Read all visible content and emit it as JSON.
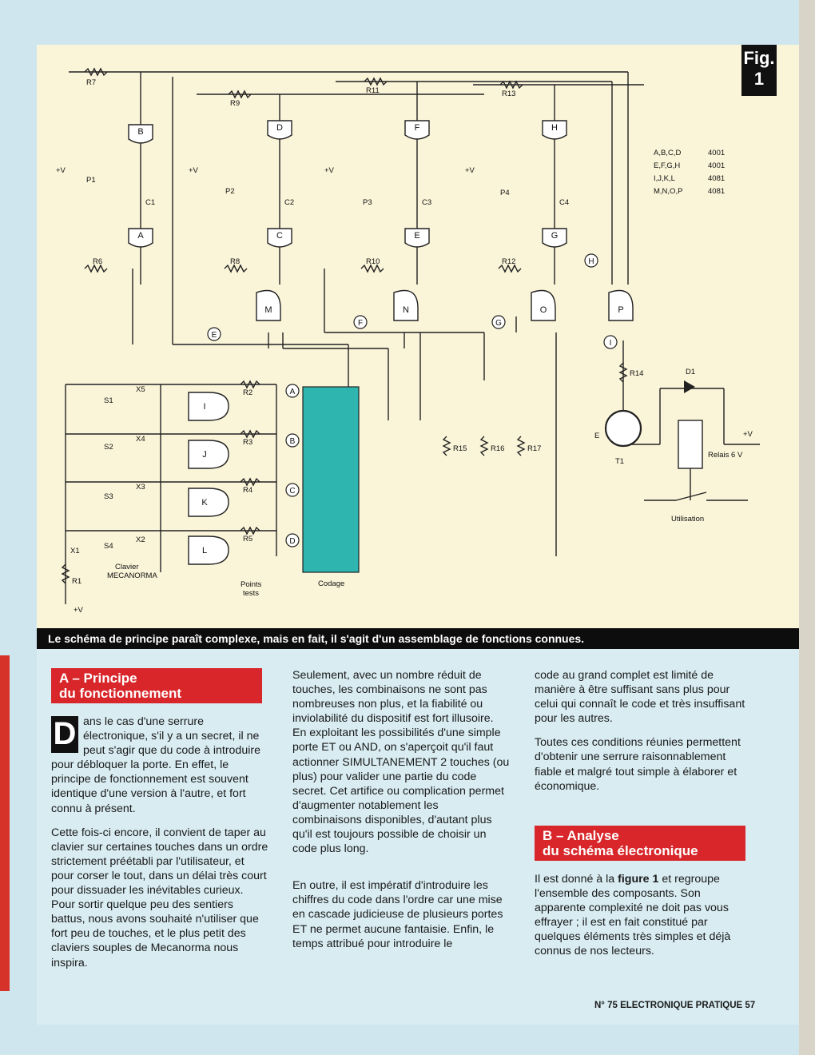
{
  "figure": {
    "badge": "Fig. 1",
    "gate_table": [
      {
        "gates": "A,B,C,D",
        "ic": "4001"
      },
      {
        "gates": "E,F,G,H",
        "ic": "4001"
      },
      {
        "gates": "I,J,K,L",
        "ic": "4081"
      },
      {
        "gates": "M,N,O,P",
        "ic": "4081"
      }
    ],
    "resistors": [
      "R7",
      "R9",
      "R11",
      "R13",
      "R6",
      "R8",
      "R10",
      "R12",
      "R2",
      "R3",
      "R4",
      "R5",
      "R14",
      "R15",
      "R16",
      "R17",
      "R1"
    ],
    "pots": [
      "P1",
      "P2",
      "P3",
      "P4"
    ],
    "caps": [
      "C1",
      "C2",
      "C3",
      "C4"
    ],
    "gates": [
      "A",
      "B",
      "C",
      "D",
      "E",
      "F",
      "G",
      "H",
      "I",
      "J",
      "K",
      "L",
      "M",
      "N",
      "O",
      "P"
    ],
    "switches": [
      "S1",
      "S2",
      "S3",
      "S4"
    ],
    "wires": [
      "X5",
      "X4",
      "X3",
      "X2",
      "X1"
    ],
    "test_points": [
      "A",
      "B",
      "C",
      "D",
      "E",
      "F",
      "G",
      "H",
      "I"
    ],
    "labels": {
      "plus_v": "+V",
      "clavier": "Clavier",
      "mecanorma": "MECANORMA",
      "points": "Points",
      "tests": "tests",
      "codage": "Codage",
      "relais": "Relais 6 V",
      "utilisation": "Utilisation",
      "t1": "T1",
      "d1": "D1",
      "e": "E"
    }
  },
  "caption": "Le schéma de principe paraît complexe, mais en fait, il s'agit d'un assemblage de fonctions connues.",
  "col1": {
    "heading1": "A – Principe",
    "heading2": "du fonctionnement",
    "dropcap": "D",
    "p1": "ans le cas d'une serrure électronique, s'il y a un secret, il ne peut s'agir que du code à introduire pour débloquer la porte. En effet, le principe de fonctionnement est souvent identique d'une version à l'autre, et fort connu à présent.",
    "p2": "Cette fois-ci encore, il convient de taper au clavier sur certaines touches dans un ordre strictement préétabli par l'utilisateur, et pour corser le tout, dans un délai très court pour dissuader les inévitables curieux. Pour sortir quelque peu des sentiers battus, nous avons souhaité n'utiliser que fort peu de touches, et le plus petit des claviers souples de Mecanorma nous inspira."
  },
  "col2": {
    "p1": "Seulement, avec un nombre réduit de touches, les combinaisons ne sont pas nombreuses non plus, et la fiabilité ou inviolabilité du dispositif est fort illusoire. En exploitant les possibilités d'une simple porte ET ou AND, on s'aperçoit qu'il faut actionner SIMULTANEMENT 2 touches (ou plus) pour valider une partie du code secret. Cet artifice ou complication permet d'augmenter notablement les combinaisons disponibles, d'autant plus qu'il est toujours possible de choisir un code plus long.",
    "p2": "En outre, il est impératif d'introduire les chiffres du code dans l'ordre car une mise en cascade judicieuse de plusieurs portes ET ne permet aucune fantaisie. Enfin, le temps attribué pour introduire le"
  },
  "col3": {
    "p1": "code au grand complet est limité de manière à être suffisant sans plus pour celui qui connaît le code et très insuffisant pour les autres.",
    "p2": "Toutes ces conditions réunies permettent d'obtenir une serrure raisonnablement fiable et malgré tout simple à élaborer et économique.",
    "heading1": "B – Analyse",
    "heading2": "du schéma électronique",
    "p3_a": "Il est donné à la ",
    "p3_bold": "figure 1",
    "p3_b": " et regroupe l'ensemble des composants. Son apparente complexité ne doit pas vous effrayer ; il est en fait constitué par quelques éléments très simples et déjà connus de nos lecteurs."
  },
  "footer": "N° 75 ELECTRONIQUE PRATIQUE 57",
  "colors": {
    "heading_red": "#d8262a",
    "codage_teal": "#2fb5b0",
    "caption_black": "#0d0d0d"
  }
}
